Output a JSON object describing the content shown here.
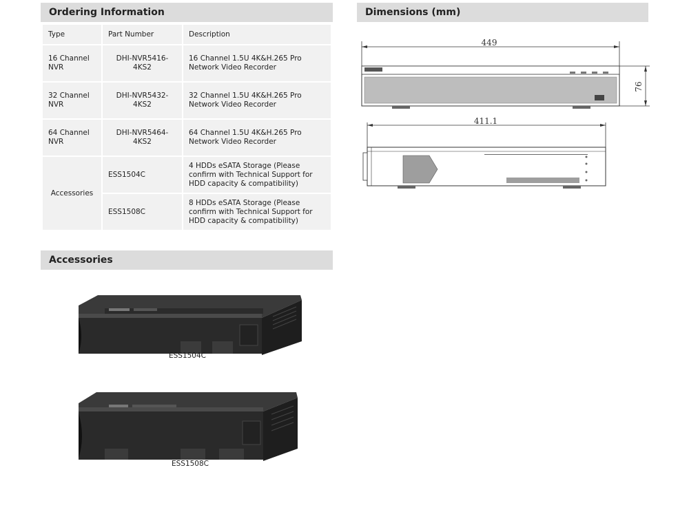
{
  "ordering": {
    "heading": "Ordering Information",
    "columns": [
      "Type",
      "Part Number",
      "Description"
    ],
    "rows": [
      {
        "type": "16 Channel NVR",
        "part": "DHI-NVR5416-4KS2",
        "desc": "16 Channel 1.5U 4K&H.265 Pro Network Video Recorder"
      },
      {
        "type": "32 Channel NVR",
        "part": "DHI-NVR5432-4KS2",
        "desc": "32 Channel 1.5U 4K&H.265 Pro Network Video Recorder"
      },
      {
        "type": "64 Channel NVR",
        "part": "DHI-NVR5464-4KS2",
        "desc": "64 Channel 1.5U 4K&H.265 Pro Network Video Recorder"
      }
    ],
    "accessories": {
      "type": "Accessories",
      "items": [
        {
          "part": "ESS1504C",
          "desc": "4 HDDs eSATA Storage (Please confirm with Technical Support for HDD capacity & compatibility)"
        },
        {
          "part": "ESS1508C",
          "desc": "8 HDDs eSATA Storage (Please confirm with Technical Support for HDD capacity & compatibility)"
        }
      ]
    }
  },
  "dimensions": {
    "heading": "Dimensions (mm)",
    "width_label": "449",
    "height_label": "76",
    "depth_label": "411.1"
  },
  "accessories_section": {
    "heading": "Accessories",
    "images": [
      {
        "caption": "ESS1504C"
      },
      {
        "caption": "ESS1508C"
      }
    ]
  }
}
